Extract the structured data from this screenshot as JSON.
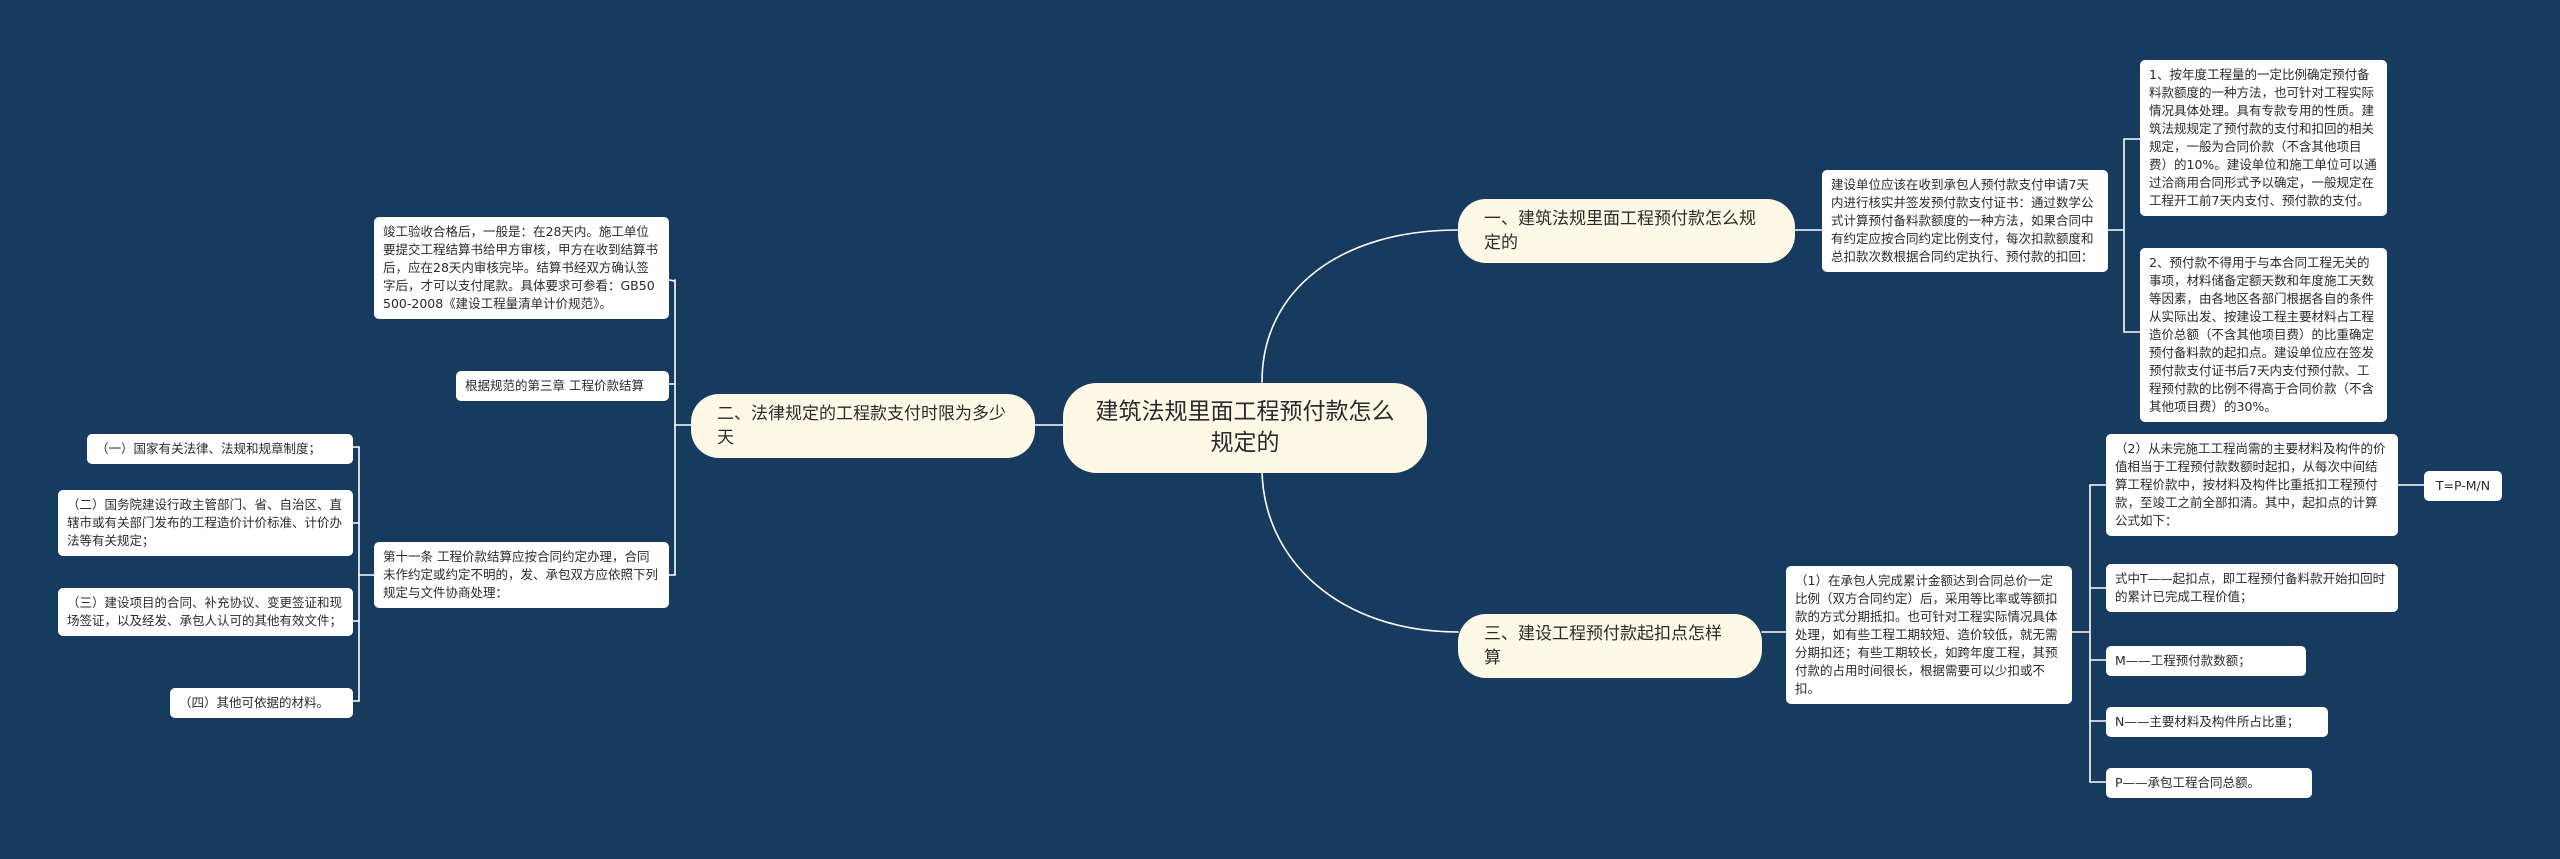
{
  "colors": {
    "background": "#173b5f",
    "line": "#ffffff",
    "topic_fill": "#fdf9e6",
    "leaf_fill": "#ffffff"
  },
  "root": {
    "title": "建筑法规里面工程预付款怎么规定的"
  },
  "branches": {
    "b1": {
      "title": "一、建筑法规里面工程预付款怎么规定的",
      "summary": "建设单位应该在收到承包人预付款支付申请7天内进行核实并签发预付款支付证书：通过数学公式计算预付备料款额度的一种方法，如果合同中有约定应按合同约定比例支付，每次扣款额度和总扣款次数根据合同约定执行、预付款的扣回：",
      "items": [
        "1、按年度工程量的一定比例确定预付备料款额度的一种方法，也可针对工程实际情况具体处理。具有专款专用的性质。建筑法规规定了预付款的支付和扣回的相关规定，一般为合同价款（不含其他项目费）的10%。建设单位和施工单位可以通过洽商用合同形式予以确定，一般规定在工程开工前7天内支付、预付款的支付。",
        "2、预付款不得用于与本合同工程无关的事项，材料储备定额天数和年度施工天数等因素，由各地区各部门根据各自的条件从实际出发、按建设工程主要材料占工程造价总额（不含其他项目费）的比重确定预付备料款的起扣点。建设单位应在签发预付款支付证书后7天内支付预付款、工程预付款的比例不得高于合同价款（不含其他项目费）的30%。"
      ]
    },
    "b2": {
      "title": "二、法律规定的工程款支付时限为多少天",
      "items": [
        "竣工验收合格后，一般是：在28天内。施工单位要提交工程结算书给甲方审核，甲方在收到结算书后，应在28天内审核完毕。结算书经双方确认签字后，才可以支付尾款。具体要求可参看：GB50500-2008《建设工程量清单计价规范》。",
        "根据规范的第三章 工程价款结算",
        "第十一条 工程价款结算应按合同约定办理，合同未作约定或约定不明的，发、承包双方应依照下列规定与文件协商处理："
      ],
      "sub_items": [
        "（一）国家有关法律、法规和规章制度；",
        "（二）国务院建设行政主管部门、省、自治区、直辖市或有关部门发布的工程造价计价标准、计价办法等有关规定；",
        "（三）建设项目的合同、补充协议、变更签证和现场签证，以及经发、承包人认可的其他有效文件；",
        "（四）其他可依据的材料。"
      ]
    },
    "b3": {
      "title": "三、建设工程预付款起扣点怎样算",
      "summary": "（1）在承包人完成累计金额达到合同总价一定比例（双方合同约定）后，采用等比率或等额扣款的方式分期抵扣。也可针对工程实际情况具体处理，如有些工程工期较短、造价较低，就无需分期扣还；有些工期较长，如跨年度工程，其预付款的占用时间很长，根据需要可以少扣或不扣。",
      "items": [
        "（2）从未完施工工程尚需的主要材料及构件的价值相当于工程预付款数额时起扣，从每次中间结算工程价款中，按材料及构件比重抵扣工程预付款，至竣工之前全部扣清。其中，起扣点的计算公式如下：",
        "式中T——起扣点，即工程预付备料款开始扣回时的累计已完成工程价值；",
        "M——工程预付款数额；",
        "N——主要材料及构件所占比重；",
        "P——承包工程合同总额。"
      ],
      "formula": "T=P-M/N"
    }
  }
}
